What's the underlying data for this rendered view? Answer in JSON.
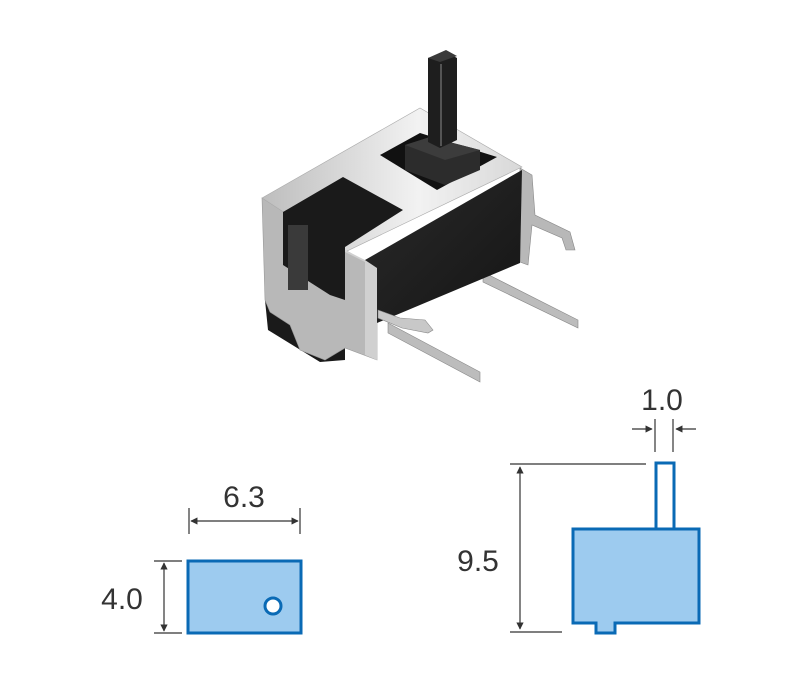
{
  "dimensions": {
    "width_label": "6.3",
    "depth_label": "4.0",
    "height_label": "9.5",
    "lever_width_label": "1.0"
  },
  "colors": {
    "outline": "#0a6ab5",
    "fill": "#9dcbef",
    "dim_line": "#333333",
    "housing_dark": "#1c1c1c",
    "metal": "#c8c8c8"
  }
}
